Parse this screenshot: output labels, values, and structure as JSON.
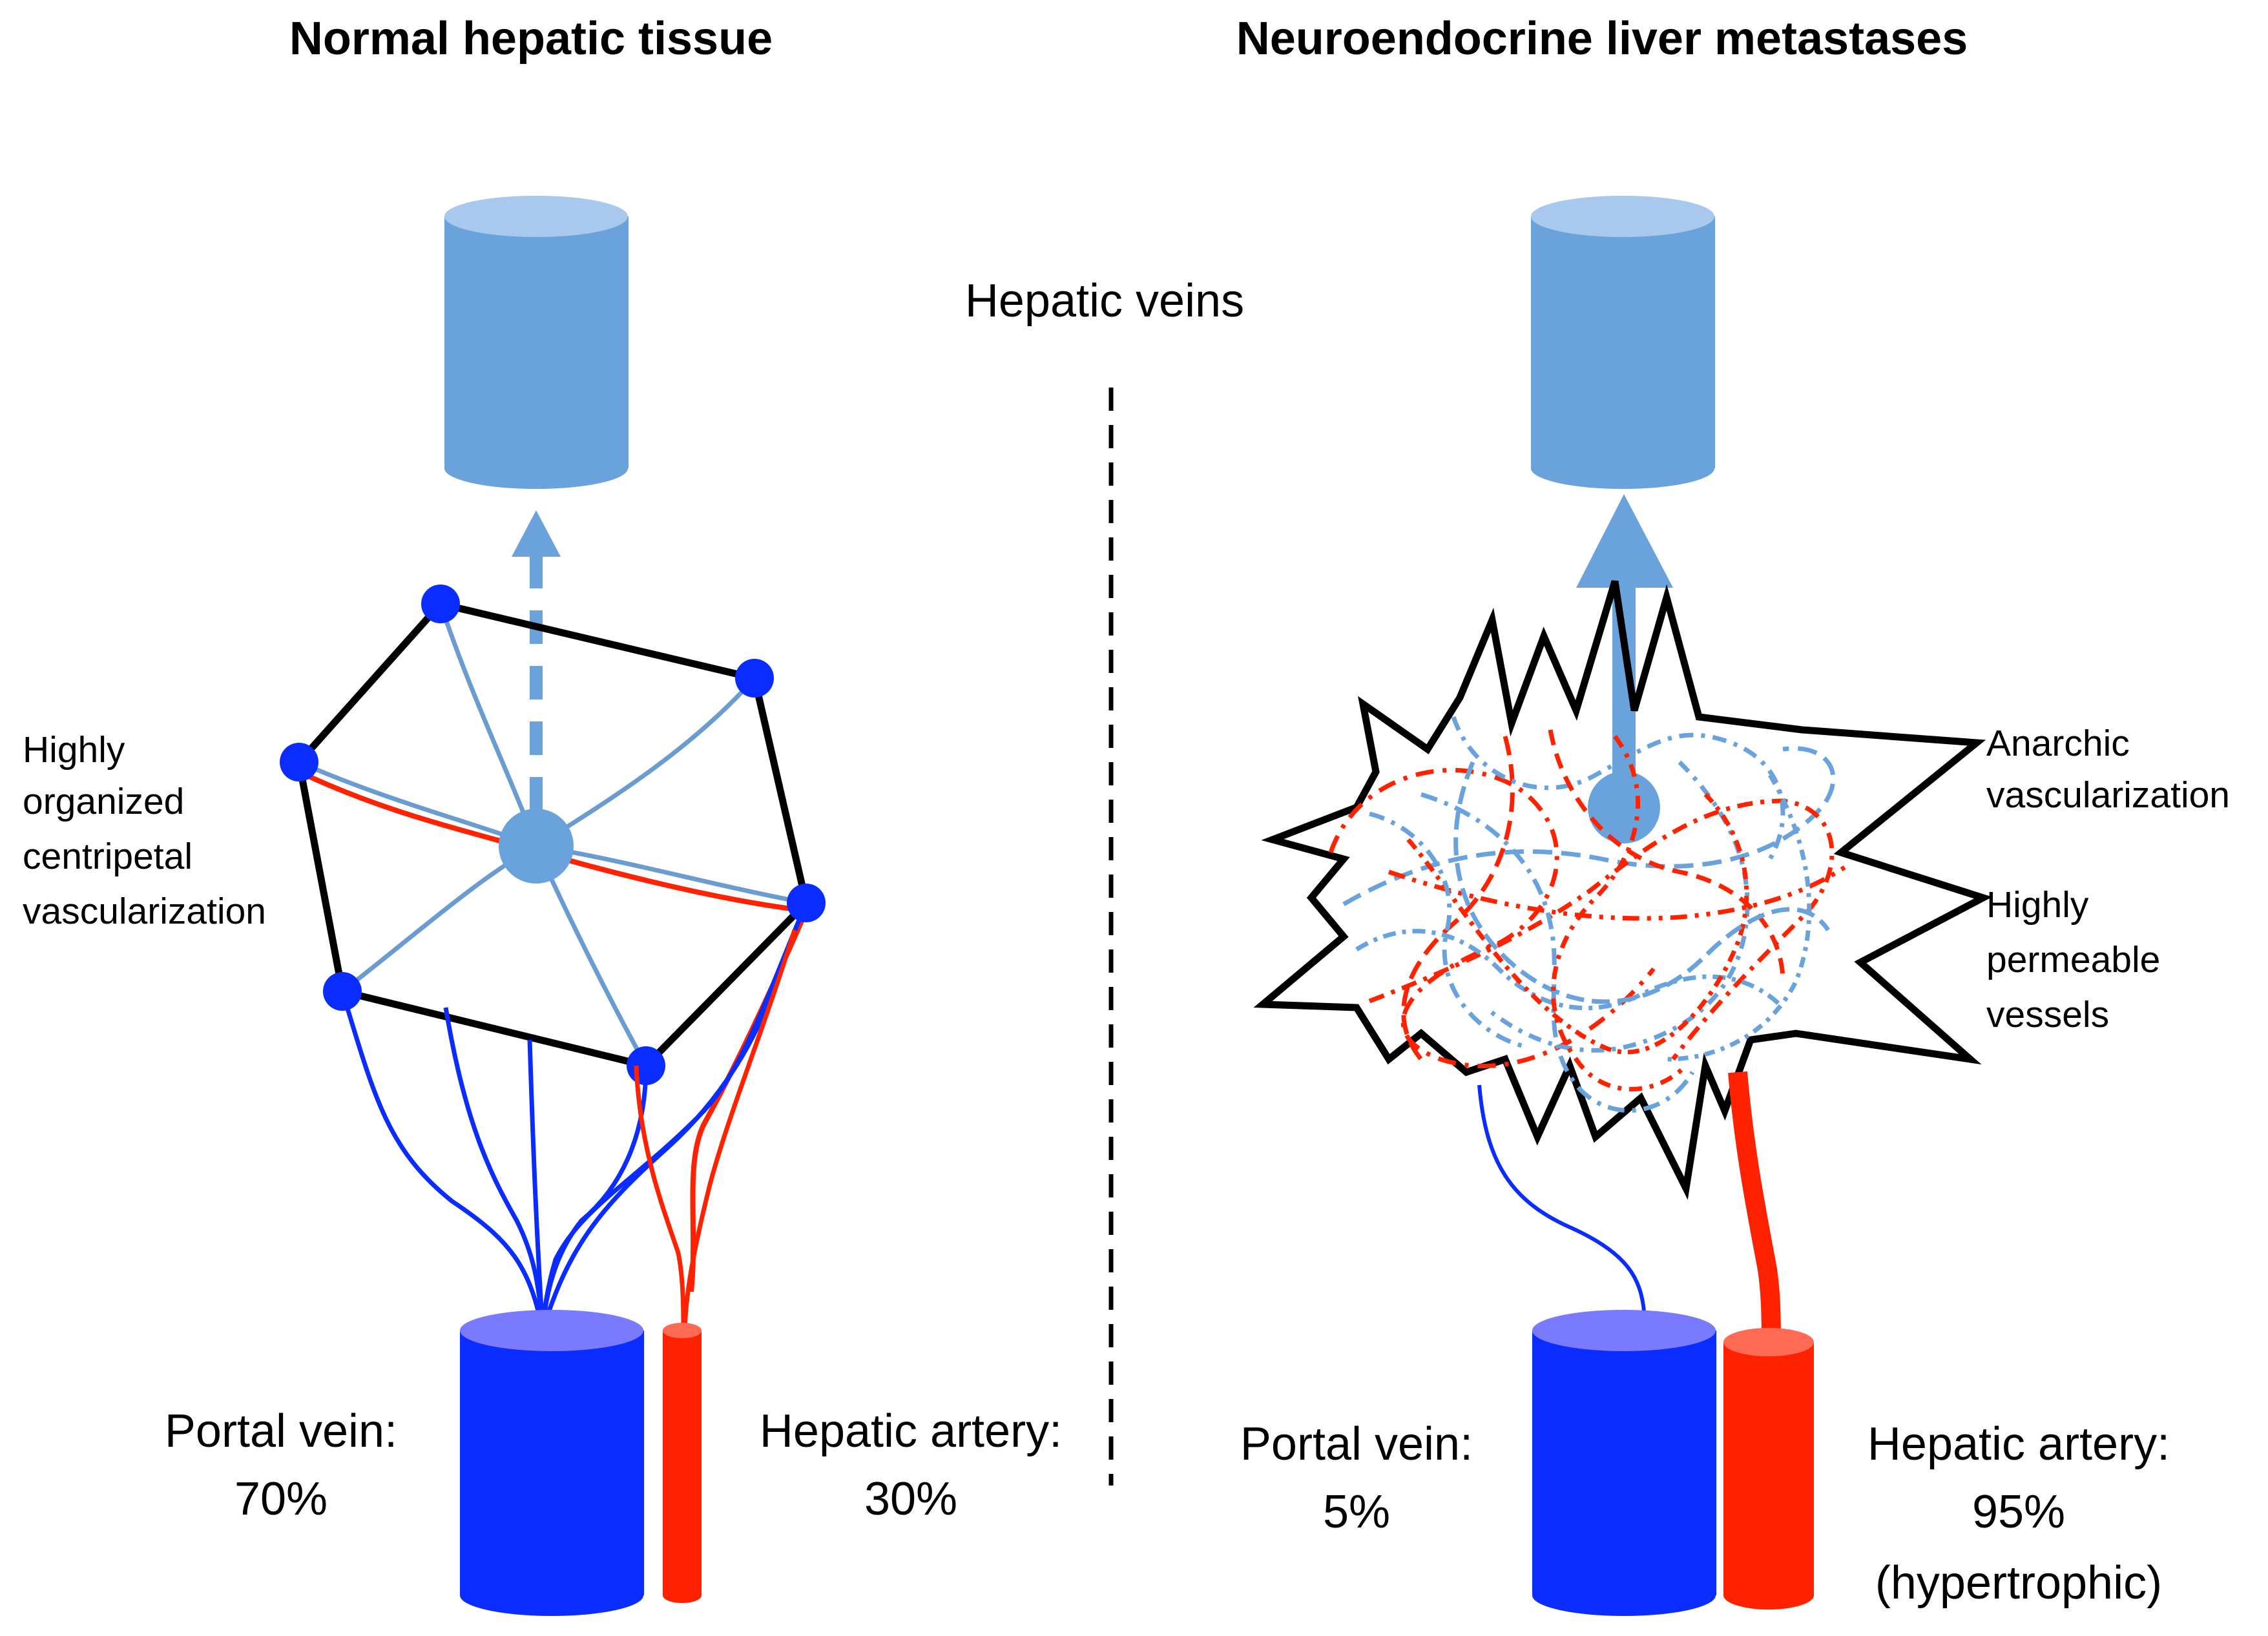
{
  "left_panel": {
    "title": "Normal hepatic tissue",
    "side_label_lines": [
      "Highly",
      "organized",
      "centripetal",
      "vascularization"
    ],
    "portal_label": "Portal vein:",
    "portal_value": "70%",
    "artery_label": "Hepatic artery:",
    "artery_value": "30%"
  },
  "right_panel": {
    "title": "Neuroendocrine liver metastases",
    "anarchic_lines": [
      "Anarchic",
      "vascularization"
    ],
    "permeable_lines": [
      "Highly",
      "permeable",
      "vessels"
    ],
    "portal_label": "Portal vein:",
    "portal_value": "5%",
    "artery_label": "Hepatic artery:",
    "artery_value": "95%",
    "artery_note": "(hypertrophic)"
  },
  "center": {
    "hepatic_veins_label": "Hepatic veins"
  },
  "colors": {
    "hepatic_vein": "#6aa2dc",
    "hepatic_vein_top": "#a9c8ee",
    "portal_vein": "#0a2cff",
    "portal_vein_top": "#7a7aff",
    "artery": "#ff2200",
    "artery_top": "#ff6a55",
    "light_vessel": "#6a9ccf",
    "node": "#0a2cff",
    "outline": "#000000"
  }
}
